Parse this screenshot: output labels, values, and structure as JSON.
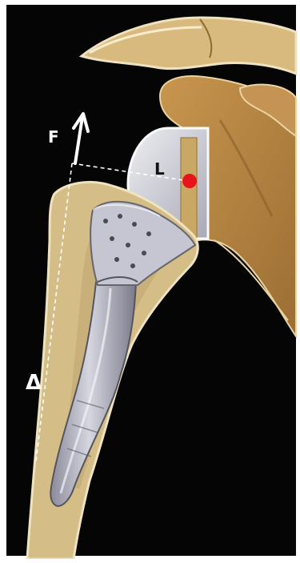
{
  "figure": {
    "labels": {
      "force": "F",
      "lever_arm": "L",
      "displacement": "Δ"
    },
    "colors": {
      "background": "#050505",
      "bone": "#d4bd86",
      "bone_cortex": "#e8d9ac",
      "scapula": "#b8864a",
      "scapula_light": "#d9ba7e",
      "metal": "#b8b8c6",
      "metal_dark": "#7c7c8c",
      "glenoid_head": "#d9d9e0",
      "center_of_rotation": "#e8141b",
      "annotation": "#ffffff"
    },
    "icons": {
      "force_vector": "arrow-up-icon",
      "center_of_rotation": "red-dot-marker"
    }
  }
}
